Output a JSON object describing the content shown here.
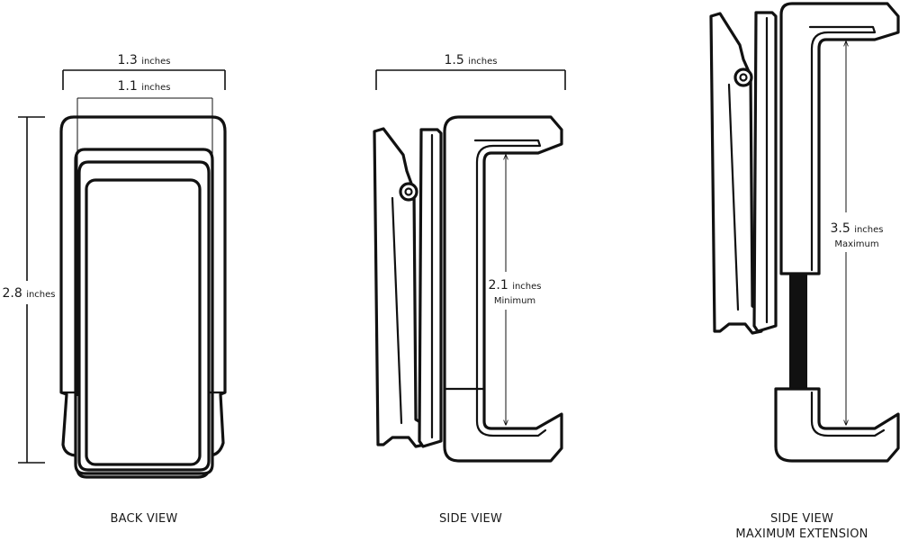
{
  "dimensions": {
    "back_width_outer": {
      "value": "1.3",
      "unit": "inches"
    },
    "back_width_inner": {
      "value": "1.1",
      "unit": "inches"
    },
    "back_height": {
      "value": "2.8",
      "unit": "inches"
    },
    "side_width": {
      "value": "1.5",
      "unit": "inches"
    },
    "side_min_gap": {
      "value": "2.1",
      "unit": "inches",
      "note": "Minimum"
    },
    "side_max_gap": {
      "value": "3.5",
      "unit": "inches",
      "note": "Maximum"
    }
  },
  "captions": {
    "back_view": "BACK VIEW",
    "side_view": "SIDE VIEW",
    "side_view_max_line1": "SIDE VIEW",
    "side_view_max_line2": "MAXIMUM EXTENSION"
  }
}
